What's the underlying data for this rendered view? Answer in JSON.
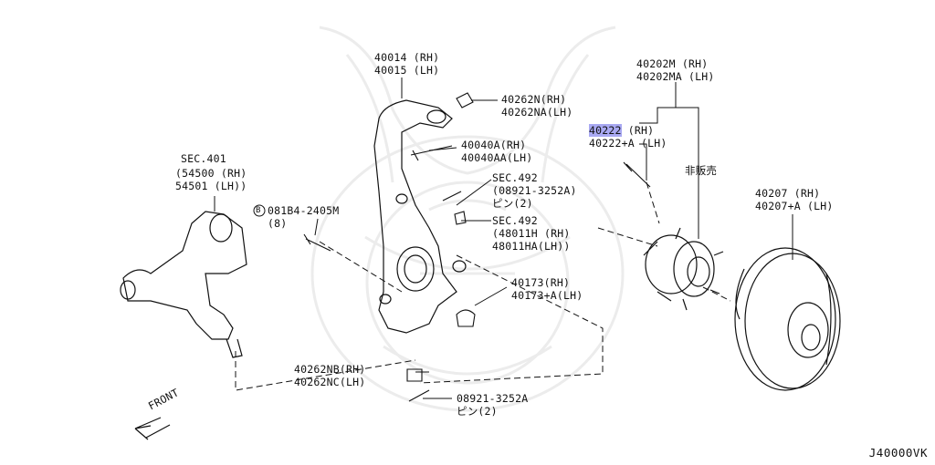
{
  "diagram": {
    "code": "J40000VK",
    "front": "FRONT",
    "labels": {
      "knuckle": [
        "40014 (RH)",
        "40015 (LH)"
      ],
      "hub": [
        "40202M  (RH)",
        "40202MA (LH)"
      ],
      "nut_top": [
        "40262N(RH)",
        "40262NA(LH)"
      ],
      "stud_highlight": "40222",
      "stud_rh": "  (RH)",
      "stud_lh": "40222+A (LH)",
      "not_for_sale": "非販売",
      "bolt": [
        "40040A(RH)",
        "40040AA(LH)"
      ],
      "sec492a": "SEC.492",
      "pin_upper": [
        "(08921-3252A)",
        "ピン(2)"
      ],
      "sec492b": "SEC.492",
      "tierod": [
        "(48011H  (RH)",
        "48011HA(LH))"
      ],
      "sec401": "SEC.401",
      "arm": [
        "(54500 (RH)",
        "54501 (LH))"
      ],
      "bolt081": [
        "081B4-2405M",
        "(8)"
      ],
      "bolt081_prefix": "B",
      "rotor": [
        "40207   (RH)",
        "40207+A (LH)"
      ],
      "boot": [
        "40173(RH)",
        "40173+A(LH)"
      ],
      "nut_bottom": [
        "40262NB(RH)",
        "40262NC(LH)"
      ],
      "pin_lower": [
        "08921-3252A",
        "ピン(2)"
      ]
    }
  }
}
